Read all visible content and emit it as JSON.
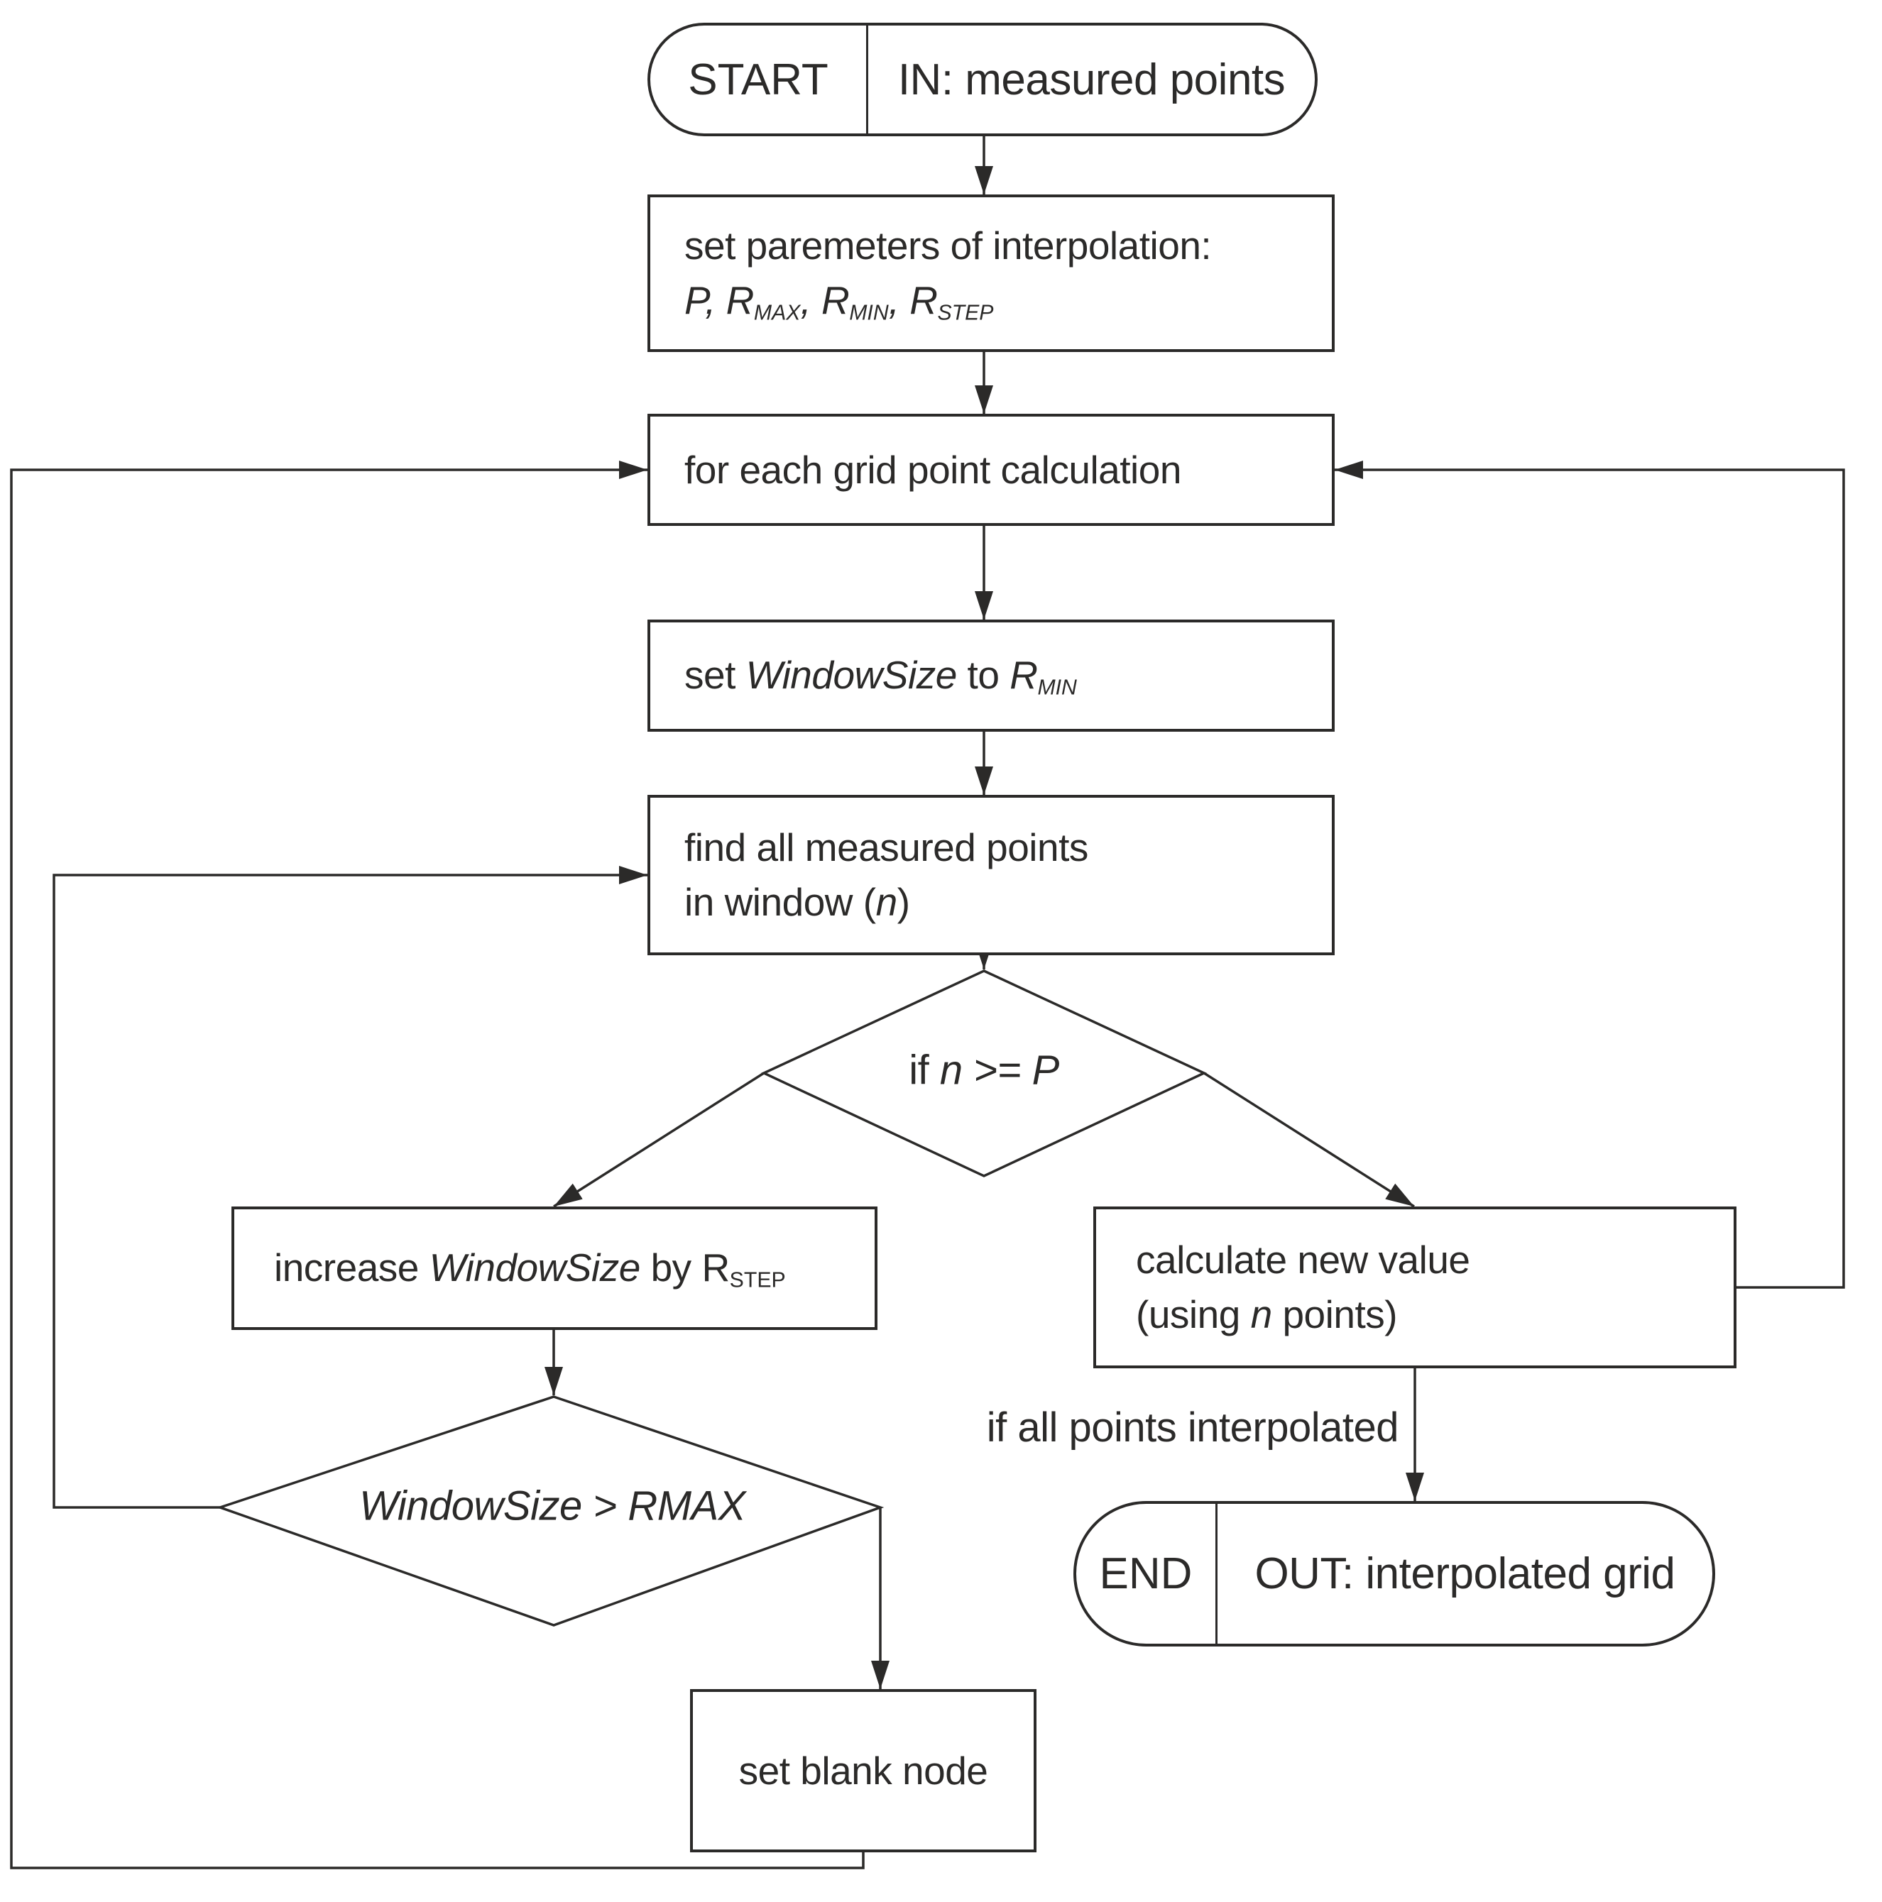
{
  "palette": {
    "ink": "#2b2a29",
    "bg": "#ffffff"
  },
  "nodes": {
    "start": {
      "label": "START",
      "io": "IN: measured points"
    },
    "set_params": {
      "line1": "set paremeters of interpolation:",
      "p1": "P, R",
      "s1": "MAX",
      "p2": ", R",
      "s2": "MIN",
      "p3": ", R",
      "s3": "STEP"
    },
    "grid_loop": {
      "label": "for each grid point calculation"
    },
    "set_window": {
      "t1": "set ",
      "w": "WindowSize",
      "t2": " to ",
      "r": "R",
      "s": "MIN"
    },
    "find_points": {
      "line1": "find all measured points",
      "l2a": "in window (",
      "l2b": "n",
      "l2c": ")"
    },
    "n_ge_p": {
      "t1": "if ",
      "t2": "n >= P"
    },
    "increase_window": {
      "t1": "increase ",
      "w": "WindowSize",
      "t2": " by R",
      "s": "STEP"
    },
    "window_gt_rmax": {
      "label": "WindowSize > RMAX"
    },
    "set_blank": {
      "label": "set blank node"
    },
    "calc_value": {
      "line1": "calculate new value",
      "l2a": "(using ",
      "l2b": "n",
      "l2c": " points)"
    },
    "interp_note": {
      "label": "if all points interpolated"
    },
    "end": {
      "label": "END",
      "io": "OUT: interpolated grid"
    }
  }
}
